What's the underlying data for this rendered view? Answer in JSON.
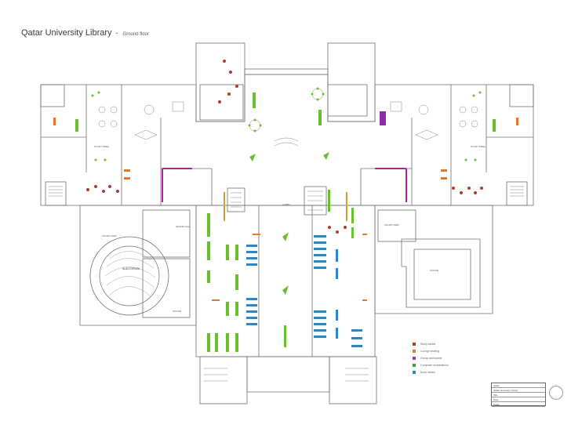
{
  "title": {
    "main": "Qatar University Library",
    "separator": "-",
    "sub": "Ground floor"
  },
  "room_labels": {
    "grand_hall": "GRAND HALL",
    "main_lobby": "LOBBY",
    "office_west": "OFFICE",
    "office_east": "OFFICE",
    "study_west": "STUDY AREA",
    "study_east": "STUDY AREA",
    "courtyard_west": "COURTYARD",
    "courtyard_east": "COURTYARD"
  },
  "legend": [
    {
      "label": "Study tables",
      "color": "#b03a2e"
    },
    {
      "label": "Lounge seating",
      "color": "#e07a2e"
    },
    {
      "label": "Group workspace",
      "color": "#8e44ad"
    },
    {
      "label": "Computer workstations",
      "color": "#3aa63a"
    },
    {
      "label": "Book stacks",
      "color": "#2f86c6"
    }
  ],
  "titleblock": {
    "client": "Qatar",
    "project": "Qatar University Library",
    "row1": "Title",
    "row2": "Date",
    "row3": "Scale"
  },
  "colors": {
    "wall": "#6f6f6f",
    "green": "#6abf2e",
    "blue": "#2f86c6",
    "red": "#b03a2e",
    "orange": "#e07a2e",
    "purple": "#8e2ea8",
    "magenta": "#b0239e",
    "gold": "#c9a23a"
  }
}
